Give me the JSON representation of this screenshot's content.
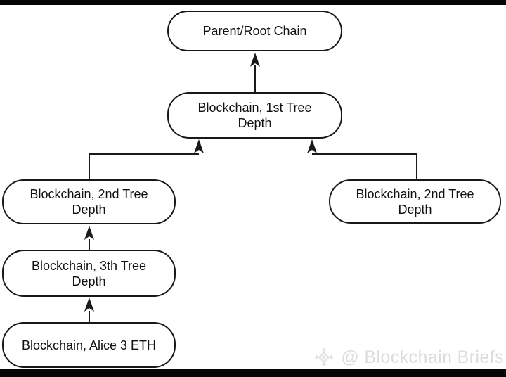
{
  "diagram": {
    "nodes": [
      {
        "id": "parent-root-chain",
        "label": "Parent/Root Chain"
      },
      {
        "id": "blockchain-1st-tree-depth",
        "label": "Blockchain, 1st Tree Depth"
      },
      {
        "id": "blockchain-2nd-tree-depth-left",
        "label": "Blockchain, 2nd Tree Depth"
      },
      {
        "id": "blockchain-2nd-tree-depth-right",
        "label": "Blockchain, 2nd Tree Depth"
      },
      {
        "id": "blockchain-3th-tree-depth",
        "label": "Blockchain, 3th Tree Depth"
      },
      {
        "id": "blockchain-alice-3-eth",
        "label": "Blockchain, Alice 3 ETH"
      }
    ],
    "edges": [
      {
        "from": "blockchain-1st-tree-depth",
        "to": "parent-root-chain",
        "style": "straight-up-arrow"
      },
      {
        "from": "blockchain-2nd-tree-depth-left",
        "to": "blockchain-1st-tree-depth",
        "style": "elbow-up-arrow"
      },
      {
        "from": "blockchain-2nd-tree-depth-right",
        "to": "blockchain-1st-tree-depth",
        "style": "elbow-up-arrow"
      },
      {
        "from": "blockchain-3th-tree-depth",
        "to": "blockchain-2nd-tree-depth-left",
        "style": "straight-up-arrow"
      },
      {
        "from": "blockchain-alice-3-eth",
        "to": "blockchain-3th-tree-depth",
        "style": "straight-up-arrow"
      }
    ]
  },
  "watermark": {
    "text": "@ Blockchain Briefs",
    "icon": "binance-diamond-icon"
  },
  "colors": {
    "background": "#ffffff",
    "node_border": "#181818",
    "node_fill": "#ffffff",
    "edge": "#1a1a1a",
    "letterbox": "#050505",
    "watermark": "#dcdcdc"
  }
}
